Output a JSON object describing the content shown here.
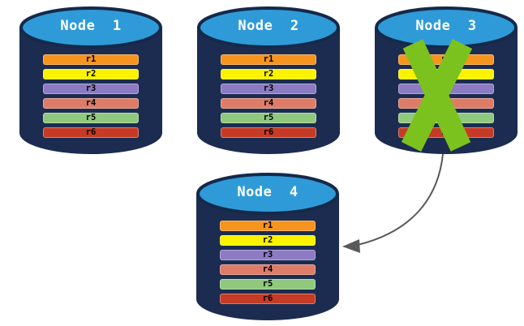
{
  "diagram": {
    "description": "Database replication diagram: replicas r1-r6 on four nodes; Node 3 failed and its data is re-replicated to Node 4"
  },
  "colors": {
    "cylinder_body": "#1B2C50",
    "cylinder_top": "#2E9BD8",
    "cylinder_rim": "#15294A",
    "failure_x": "#7CC21E",
    "arrow": "#5A5A5A",
    "node_label_text": "#FFFFFF",
    "row_label_text": "#000000"
  },
  "icons": {
    "storage": "database-cylinder",
    "failure": "green-x-mark",
    "transfer": "curved-arrow"
  },
  "nodes": [
    {
      "label": "Node  1",
      "rows": [
        {
          "label": "r1",
          "color": "#F7941D"
        },
        {
          "label": "r2",
          "color": "#FBF200"
        },
        {
          "label": "r3",
          "color": "#8C7BC3"
        },
        {
          "label": "r4",
          "color": "#DE7C68"
        },
        {
          "label": "r5",
          "color": "#90C87E"
        },
        {
          "label": "r6",
          "color": "#C53B25"
        }
      ]
    },
    {
      "label": "Node  2",
      "rows": [
        {
          "label": "r1",
          "color": "#F7941D"
        },
        {
          "label": "r2",
          "color": "#FBF200"
        },
        {
          "label": "r3",
          "color": "#8C7BC3"
        },
        {
          "label": "r4",
          "color": "#DE7C68"
        },
        {
          "label": "r5",
          "color": "#90C87E"
        },
        {
          "label": "r6",
          "color": "#C53B25"
        }
      ]
    },
    {
      "label": "Node  3",
      "failed": true,
      "rows": [
        {
          "label": "r1",
          "color": "#F7941D"
        },
        {
          "label": "r2",
          "color": "#FBF200"
        },
        {
          "label": "r3",
          "color": "#8C7BC3"
        },
        {
          "label": "r4",
          "color": "#DE7C68"
        },
        {
          "label": "r5",
          "color": "#90C87E"
        },
        {
          "label": "r6",
          "color": "#C53B25"
        }
      ]
    },
    {
      "label": "Node  4",
      "rows": [
        {
          "label": "r1",
          "color": "#F7941D"
        },
        {
          "label": "r2",
          "color": "#FBF200"
        },
        {
          "label": "r3",
          "color": "#8C7BC3"
        },
        {
          "label": "r4",
          "color": "#DE7C68"
        },
        {
          "label": "r5",
          "color": "#90C87E"
        },
        {
          "label": "r6",
          "color": "#C53B25"
        }
      ]
    }
  ],
  "arrow": {
    "from": "Node  3",
    "to": "Node  4"
  }
}
